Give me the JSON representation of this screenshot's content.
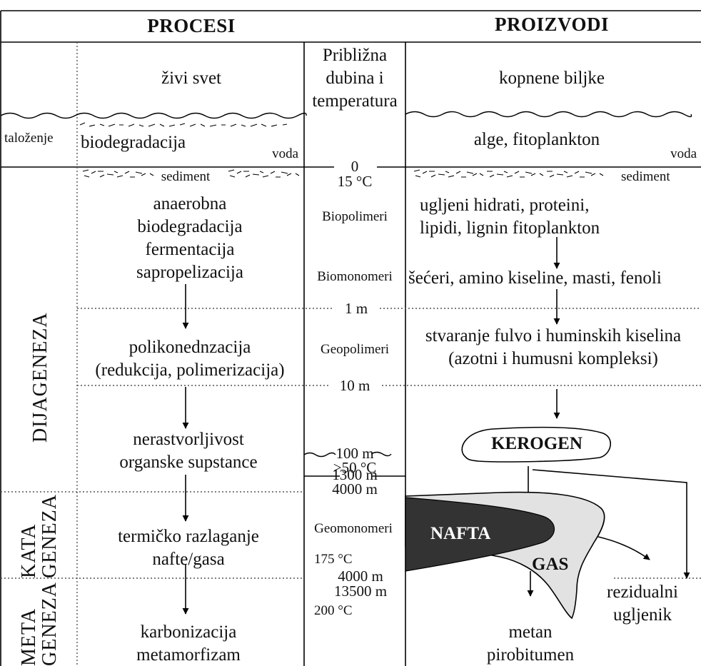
{
  "headers": {
    "processes": "PROCESI",
    "products": "PROIZVODI"
  },
  "stages": {
    "deposition": "taloženje",
    "diagenesis": "DIJAGENEZA",
    "catagenesis": [
      "KATA",
      "GENEZA"
    ],
    "metagenesis": [
      "META",
      "GENEZA"
    ]
  },
  "processes": {
    "living": "živi svet",
    "biodegradation": "biodegradacija",
    "water": "voda",
    "sediment": "sediment",
    "anaerobic": [
      "anaerobna",
      "biodegradacija",
      "fermentacija",
      "sapropelizacija"
    ],
    "polycondensation": [
      "polikonednzacija",
      "(redukcija, polimerizacija)"
    ],
    "insolubility": [
      "nerastvorljivost",
      "organske supstance"
    ],
    "thermal": [
      "termičko razlaganje",
      "nafte/gasa"
    ],
    "carbonization": [
      "karbonizacija",
      "metamorfizam"
    ]
  },
  "middle": {
    "header": [
      "Približna",
      "dubina i",
      "temperatura"
    ],
    "zero": "0",
    "t15": "15 °C",
    "biopolymers": "Biopolimeri",
    "biomonomers": "Biomonomeri",
    "d1m": "1 m",
    "geopolymers": "Geopolimeri",
    "d10m": "10 m",
    "d100m": "100 m",
    "t50": ">50 °C",
    "d1300": "1300 m",
    "d4000a": "4000 m",
    "geomonomers": "Geomonomeri",
    "t175": "175 °C",
    "d4000b": "4000 m",
    "d13500": "13500 m",
    "t200": "200 °C"
  },
  "products": {
    "land_plants": "kopnene biljke",
    "algae": "alge, fitoplankton",
    "water": "voda",
    "sediment": "sediment",
    "compounds": [
      "ugljeni hidrati, proteini,",
      "lipidi, lignin fitoplankton"
    ],
    "monomers": "šećeri, amino kiseline, masti, fenoli",
    "acids": [
      "stvaranje fulvo i huminskih kiselina",
      "(azotni i humusni kompleksi)"
    ],
    "kerogen": "KEROGEN",
    "oil": "NAFTA",
    "gas": "GAS",
    "residual": [
      "rezidualni",
      "ugljenik"
    ],
    "methane": [
      "metan",
      "pirobitumen"
    ]
  },
  "colors": {
    "oil": "#333333",
    "gas": "#e2e2e2",
    "line": "#000000",
    "dotted": "#555555"
  }
}
